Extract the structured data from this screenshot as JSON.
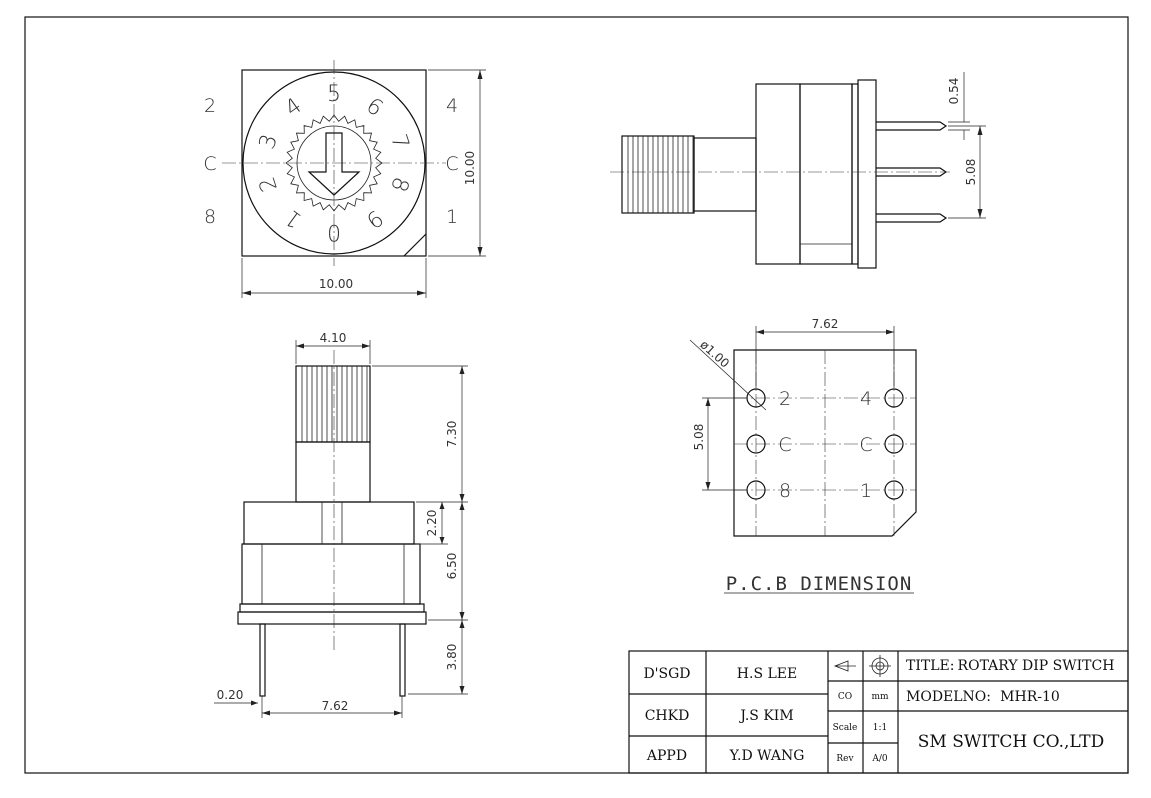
{
  "top_view": {
    "left_pins": [
      "2",
      "C",
      "8"
    ],
    "right_pins": [
      "4",
      "C",
      "1"
    ],
    "dial_digits": [
      "0",
      "1",
      "2",
      "3",
      "4",
      "5",
      "6",
      "7",
      "8",
      "9"
    ],
    "width_dim": "10.00",
    "height_dim": "10.00"
  },
  "side_view": {
    "pitch_dim": "5.08",
    "pin_dim": "0.54"
  },
  "front_view": {
    "shaft_width": "4.10",
    "shaft_height": "7.30",
    "collar_height": "2.20",
    "body_height": "6.50",
    "pin_length": "3.80",
    "pin_thickness": "0.20",
    "pin_pitch": "7.62"
  },
  "pcb": {
    "width_dim": "7.62",
    "hole_dim": "ø1.00",
    "pitch_dim": "5.08",
    "left_labels": [
      "2",
      "C",
      "8"
    ],
    "right_labels": [
      "4",
      "C",
      "1"
    ],
    "title": "P.C.B DIMENSION"
  },
  "title_block": {
    "rows": [
      {
        "role": "D'SGD",
        "name": "H.S LEE"
      },
      {
        "role": "CHKD",
        "name": "J.S KIM"
      },
      {
        "role": "APPD",
        "name": "Y.D WANG"
      }
    ],
    "co_label": "CO",
    "unit": "mm",
    "scale_label": "Scale",
    "scale": "1:1",
    "rev_label": "Rev",
    "rev": "A/0",
    "title_label": "TITLE:",
    "title": "ROTARY DIP SWITCH",
    "model_label": "MODELNO:",
    "model": "MHR-10",
    "company": "SM SWITCH CO.,LTD"
  }
}
